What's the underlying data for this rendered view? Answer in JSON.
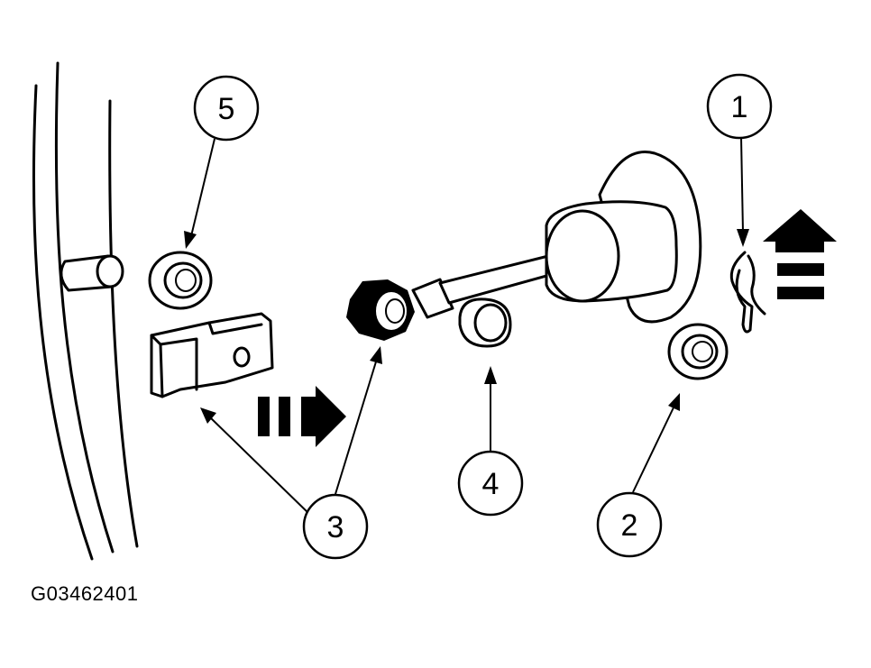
{
  "figure_id": "G03462401",
  "callouts": [
    {
      "id": "callout-1",
      "label": "1"
    },
    {
      "id": "callout-2",
      "label": "2"
    },
    {
      "id": "callout-3",
      "label": "3"
    },
    {
      "id": "callout-4",
      "label": "4"
    },
    {
      "id": "callout-5",
      "label": "5"
    }
  ],
  "colors": {
    "line": "#000000",
    "background": "#ffffff"
  }
}
